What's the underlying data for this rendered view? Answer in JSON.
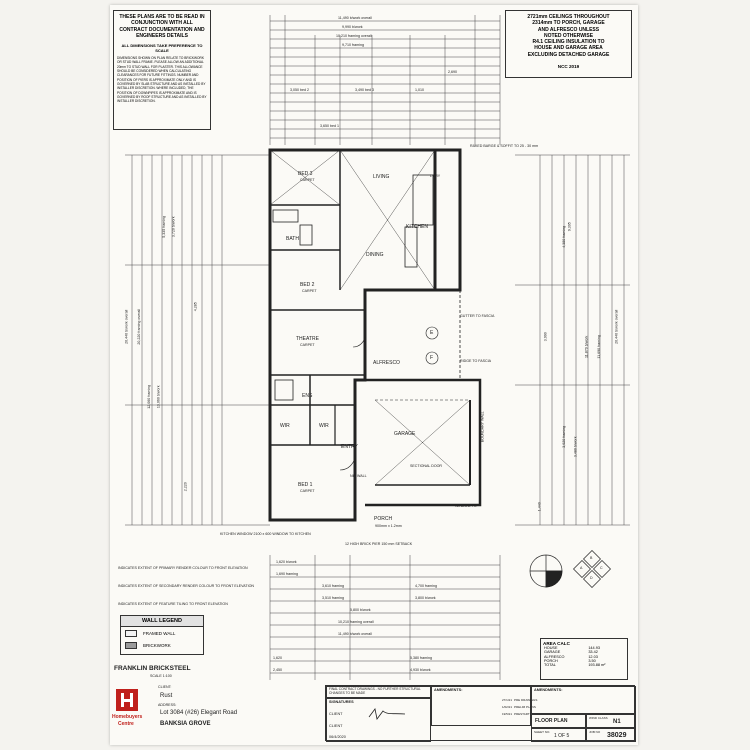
{
  "notes": {
    "heading": "THESE PLANS ARE TO BE READ IN CONJUNCTION WITH ALL CONTRACT DOCUMENTATION AND ENGINEERS DETAILS",
    "dim_note": "ALL DIMENSIONS TAKE PREFERENCE TO SCALE",
    "body": "DIMENSIONS SHOWN ON PLAN RELATE TO BRICKWORK OR STUD WALL FRAME. PLEASE ALLOW AN ADDITIONAL 20mm TO STUD WALL FOR PLASTER. THIS ALLOWANCE SHOULD BE CONSIDERED WHEN CALCULATING CLEARANCES FOR FUTURE FITTINGS. NUMBER AND POSITION OF PIERS IS APPROXIMATE ONLY AND IS GOVERNED BY SLAB STRUCTURE AND AS INSTALLED BY INSTALLER DISCRETION. WHERE INCLUDED, THE POSITION OF DOWNPIPES IS APPROXIMATE AND IS GOVERNED BY ROOF STRUCTURE AND AS INSTALLED BY INSTALLER DISCRETION."
  },
  "ceiling_notes": {
    "lines": [
      "2721mm CEILINGS THROUGHOUT",
      "2314mm TO PORCH, GARAGE",
      "AND ALFRESCO UNLESS",
      "NOTED OTHERWISE",
      "R4.1 CEILING INSULATION TO",
      "HOUSE AND GARAGE AREA",
      "EXCLUDING DETACHED GARAGE"
    ],
    "code": "NCC 2019"
  },
  "top_dims": [
    "11,490 b/work overall",
    "9,990 b/work",
    "10,210 framing overall",
    "9,710 framing",
    "3,050 bed 2",
    "3,490 bed 3",
    "1,010",
    "2,690",
    "3,650 bed 1"
  ],
  "left_dims": [
    "20,440 b/work overall",
    "20,220 framing overall",
    "12,060 framing",
    "13,060 b/work",
    "5,335 framing",
    "3,720 b/work",
    "2,220",
    "4,285"
  ],
  "right_dims": [
    "20,440 b/work overall",
    "11,690 framing",
    "11,870 b/work",
    "9,395",
    "4,380 framing",
    "3,020 framing",
    "3,480 b/work",
    "3,990",
    "1,440"
  ],
  "bottom_dims": [
    "1,620 b/work",
    "1,690 framing",
    "3,610 framing",
    "3,510 framing",
    "4,700 framing",
    "3,800 b/work",
    "5,800 b/work",
    "10,210 framing overall",
    "11,490 b/work overall",
    "5,380 framing",
    "4,930 b/work",
    "1,620",
    "2,450"
  ],
  "rooms": [
    "BED 3",
    "LIVING",
    "BATH",
    "KITCHEN",
    "DINING",
    "BED 2",
    "THEATRE",
    "ALFRESCO",
    "ENS",
    "WIR",
    "WIR",
    "GARAGE",
    "ENTRY",
    "BED 1",
    "PORCH",
    "L'DRY"
  ],
  "room_sub": [
    "CARPET",
    "CARPET",
    "CARPET",
    "CARPET"
  ],
  "annotations": {
    "raked": "RAKED BARGE & SOFFIT TO 25 - 30 mm",
    "boundary": "BOUNDARY WALL",
    "sectional": "SECTIONAL DOOR",
    "nib": "NIB WALL",
    "gutter": "GUTTER TO FASCIA",
    "ridge": "RIDGE TO FASCIA",
    "porch_note": "900mm x 1.2mm",
    "window": "WINDOW TO",
    "indicates_front": "INDICATES EXTENT OF PRIMARY RENDER COLOUR TO FRONT ELEVATION",
    "indicates_second": "INDICATES EXTENT OF SECONDARY RENDER COLOUR TO FRONT ELEVATION",
    "indicates_feature": "INDICATES EXTENT OF FEATURE TILING TO FRONT ELEVATION",
    "kitchen_note": "KITCHEN WINDOW 2100 x 600 WINDOW TO KITCHEN",
    "roof_note": "12 HIGH BRICK PIER 150 mm SETBACK"
  },
  "markers": [
    "E",
    "F"
  ],
  "compass": [
    "A",
    "B",
    "C",
    "D"
  ],
  "legend": {
    "title": "WALL LEGEND",
    "items": [
      {
        "label": "FRAMED WALL",
        "color": "#f2f2f2"
      },
      {
        "label": "BRICKWORK",
        "color": "#9a9a9a"
      }
    ]
  },
  "firm": {
    "name": "FRANKLIN BRICKSTEEL",
    "scale": "SCALE 1:100",
    "brand_line1": "Homebuyers",
    "brand_line2": "Centre",
    "brand_color": "#c0201c"
  },
  "client": {
    "client_label": "CLIENT:",
    "client_value": "Rust",
    "address_label": "ADDRESS:",
    "address_value": "Lot 3084 (#26) Elegant Road",
    "suburb": "BANKSIA GROVE"
  },
  "signatures": {
    "head_note": "FINAL CONTRACT DRAWINGS - NO FURTHER STRUCTURAL CHANGES TO BE MADE",
    "label": "SIGNATURES",
    "client1": "CLIENT",
    "client2": "CLIENT",
    "date": "06/4/2020"
  },
  "amendments": {
    "label": "AMENDMENTS:",
    "label2": "AMENDMENTS:",
    "rows": [
      {
        "date": "27/1/21",
        "text": "PRE DRAWINGS"
      },
      {
        "date": "1/02/21",
        "text": "PRELIM PLANS"
      },
      {
        "date": "19/5/21",
        "text": "PRESTART PLANS"
      }
    ]
  },
  "title_block": {
    "drawing": "FLOOR PLAN",
    "wind_class": "WIND CLASS",
    "wind_value": "N1",
    "sheet_label": "SHEET NO.",
    "sheet": "1 OF 5",
    "job_label": "JOB NO",
    "job": "38029"
  },
  "area_calc": {
    "title": "AREA CALC",
    "rows": [
      {
        "label": "HOUSE",
        "value": "144.93"
      },
      {
        "label": "GARAGE",
        "value": "33.42"
      },
      {
        "label": "ALFRESCO",
        "value": "12.03"
      },
      {
        "label": "PORCH",
        "value": "3.50"
      },
      {
        "label": "TOTAL",
        "value": "193.88 m²"
      }
    ]
  }
}
